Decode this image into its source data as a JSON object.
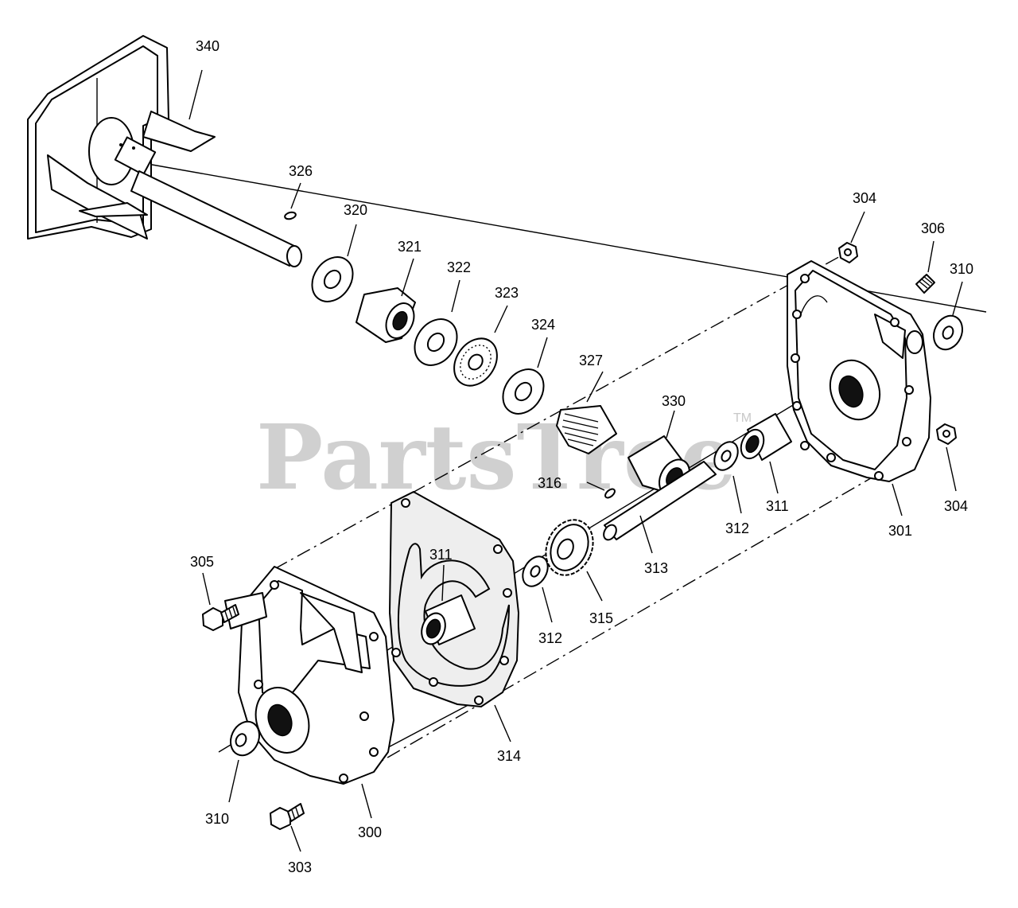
{
  "watermark": {
    "text": "PartsTree",
    "trademark": "TM"
  },
  "callouts": {
    "c340": "340",
    "c326": "326",
    "c320": "320",
    "c321": "321",
    "c322": "322",
    "c323": "323",
    "c324": "324",
    "c327": "327",
    "c330": "330",
    "c316": "316",
    "c304a": "304",
    "c306": "306",
    "c310a": "310",
    "c311a": "311",
    "c312a": "312",
    "c304b": "304",
    "c301": "301",
    "c313": "313",
    "c305": "305",
    "c311b": "311",
    "c312b": "312",
    "c315": "315",
    "c314": "314",
    "c310b": "310",
    "c300": "300",
    "c303": "303"
  }
}
